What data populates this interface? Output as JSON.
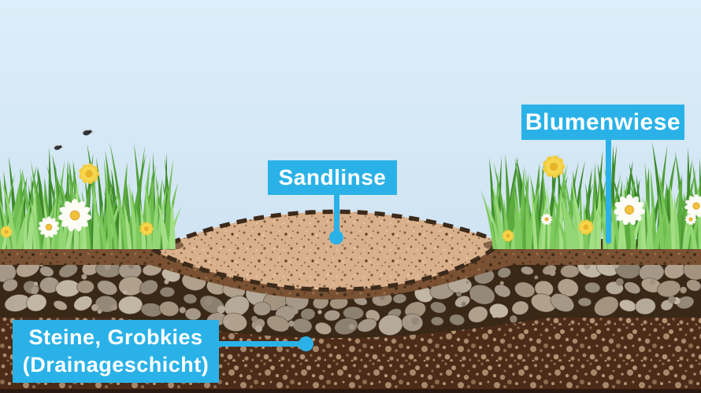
{
  "diagram": {
    "type": "soil-cross-section-illustration",
    "labels": {
      "blumenwiese": "Blumenwiese",
      "sandlinse": "Sandlinse",
      "drainage_line1": "Steine, Grobkies",
      "drainage_line2": "(Drainageschicht)"
    },
    "colors": {
      "label_background": "#2ab2e8",
      "label_text": "#ffffff",
      "sky": "#d6eaf8",
      "sand": "#d9b08c",
      "sand_border": "#3c2a1a",
      "topsoil": "#7a5233",
      "stone": "#a79c8e",
      "stone_matrix": "#3a2817",
      "subsoil": "#4c2c19",
      "grass": "#66b446"
    }
  }
}
